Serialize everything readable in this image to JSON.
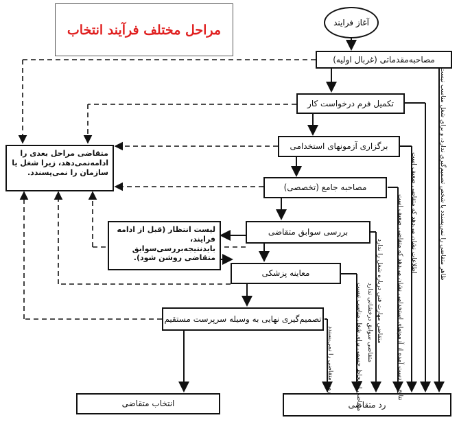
{
  "title": "مراحل مختلف فرآیند انتخاب",
  "start": "آغاز فرایند",
  "steps": {
    "s1": "مصاحبه‌مقدماتی (غربال اولیه)",
    "s2": "تکمیل فرم درخواست کار",
    "s3": "برگزاری آزمونهای استخدامی",
    "s4": "مصاحبه جامع (تخصصی)",
    "s5": "بررسی سوابق متقاضی",
    "s6": "معاینه پزشکی",
    "s7": "تصمیم‌گیری نهایی به وسیله سرپرست مستقیم",
    "select": "انتخاب متقاضی",
    "reject": "رد متقاضی"
  },
  "left_note": "متقاضی مراحل بعدی را ادامه‌نمی‌دهد، زیرا شغل یا سازمان را نمی‌پسندد.",
  "waitlist": "لیست انتظار (قبل از ادامه فرایند، بایدنتیجه‌بررسی‌سوابق متقاضی روشن شود).",
  "reasons": [
    "روبر متقاضی را نمی‌پسندد",
    "متقاضی از لحاظ جسمی برای شغل مناسب نیست",
    "متقاضی سوابق درخشانی ندارد",
    "متقاضی مهارت فنی درباره شغل را ندارد",
    "نتایج به دست آمده از آزمونهای استخدامی نشان می‌دهد که متقاضی ضعیف است",
    "اطلاعات نشان می‌دهد که متقاضی ضعیف است",
    "ظاهر متقاضی را نمی‌پسندد یا شخص تصمیم‌گیری ندارد، و برای شغل مناسب نیست"
  ]
}
